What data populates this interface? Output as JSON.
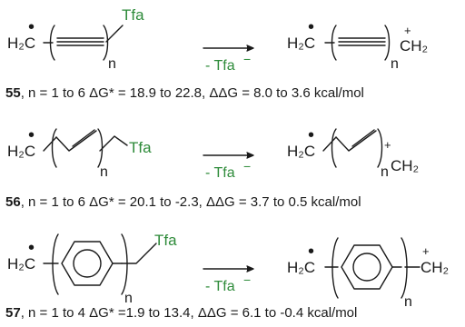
{
  "colors": {
    "ink": "#1a1a1a",
    "leaving_group": "#2e8b3a"
  },
  "atoms": {
    "h2c": "H₂C",
    "ch2": "CH₂",
    "radical": "•",
    "cation": "+",
    "repeat": "n",
    "leaving_group": "Tfa",
    "eliminated": "- Tfa"
  },
  "reactions": [
    {
      "number": "55",
      "text": ", n = 1 to 6  ΔG* = 18.9 to 22.8,  ΔΔG = 8.0 to 3.6 kcal/mol",
      "unit": "alkyne"
    },
    {
      "number": "56",
      "text": ", n = 1 to 6  ΔG* = 20.1 to -2.3,  ΔΔG = 3.7 to 0.5 kcal/mol",
      "unit": "alkene"
    },
    {
      "number": "57",
      "text": ", n = 1 to 4  ΔG* =1.9 to 13.4,  ΔΔG = 6.1 to -0.4 kcal/mol",
      "unit": "phenylene"
    }
  ]
}
